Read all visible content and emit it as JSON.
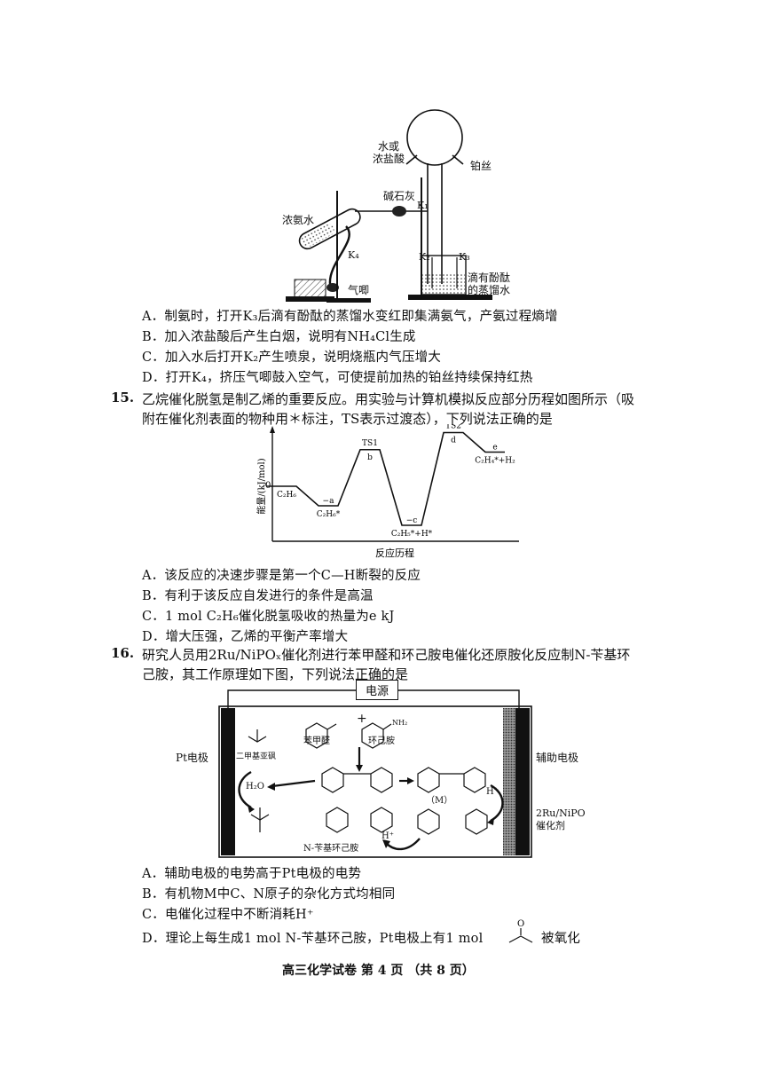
{
  "apparatus": {
    "labels": {
      "water_or_hcl": [
        "水或",
        "浓盐酸"
      ],
      "platinum_wire": "铂丝",
      "soda_lime": "碱石灰",
      "k1": "K₁",
      "conc_ammonia": "浓氨水",
      "k4": "K₄",
      "bulb": "气唧",
      "k2": "K₂",
      "k3": "K₃",
      "phenolphthalein_water": [
        "滴有酚酞",
        "的蒸馏水"
      ]
    }
  },
  "q14": {
    "options": [
      "A．制氨时，打开K₃后滴有酚酞的蒸馏水变红即集满氨气，产氨过程熵增",
      "B．加入浓盐酸后产生白烟，说明有NH₄Cl生成",
      "C．加入水后打开K₂产生喷泉，说明烧瓶内气压增大",
      "D．打开K₄，挤压气唧鼓入空气，可使提前加热的铂丝持续保持红热"
    ]
  },
  "q15": {
    "number": "15.",
    "text_line1": "乙烷催化脱氢是制乙烯的重要反应。用实验与计算机模拟反应部分历程如图所示（吸",
    "text_line2": "附在催化剂表面的物种用＊标注，TS表示过渡态），下列说法正确的是",
    "options": [
      "A．该反应的决速步骤是第一个C—H断裂的反应",
      "B．有利于该反应自发进行的条件是高温",
      "C．1 mol C₂H₆催化脱氢吸收的热量为e kJ",
      "D．增大压强，乙烯的平衡产率增大"
    ]
  },
  "chart_data": {
    "type": "line",
    "ylabel": "能量/(kJ/mol)",
    "xlabel": "反应历程",
    "y_zero_label": "0",
    "states": [
      "C₂H₆",
      "C₂H₆*",
      "TS1",
      "C₂H₅*+H*",
      "TS2",
      "C₂H₄*+H₂"
    ],
    "value_labels": [
      "",
      "−a",
      "b",
      "−c",
      "d",
      "e"
    ],
    "energies_relative": [
      0,
      -0.4,
      0.75,
      -0.8,
      1.1,
      0.7
    ]
  },
  "q16": {
    "number": "16.",
    "text_line1": "研究人员用2Ru/NiPOₓ催化剂进行苯甲醛和环己胺电催化还原胺化反应制N-苄基环",
    "text_line2": "己胺，其工作原理如下图，下列说法正确的是",
    "diagram": {
      "power": "电源",
      "pt_electrode": "Pt电极",
      "aux_electrode": "辅助电极",
      "catalyst": [
        "2Ru/NiPO",
        "催化剂"
      ],
      "benzaldehyde": "苯甲醛",
      "cyclohexylamine": "环己胺",
      "dmso": "二甲基亚砜",
      "water": "H₂O",
      "m_label": "（M）",
      "h_plus_1": "H⁺",
      "h_plus_2": "H⁺",
      "product": "N-苄基环己胺",
      "nh2": "NH₂",
      "plus": "+"
    },
    "options": [
      "A．辅助电极的电势高于Pt电极的电势",
      "B．有机物M中C、N原子的杂化方式均相同",
      "C．电催化过程中不断消耗H⁺"
    ],
    "option_d_pre": "D．理论上每生成1 mol N-苄基环己胺，Pt电极上有1 mol",
    "option_d_post": "被氧化"
  },
  "footer": "高三化学试卷 第 4 页 （共 8 页）"
}
